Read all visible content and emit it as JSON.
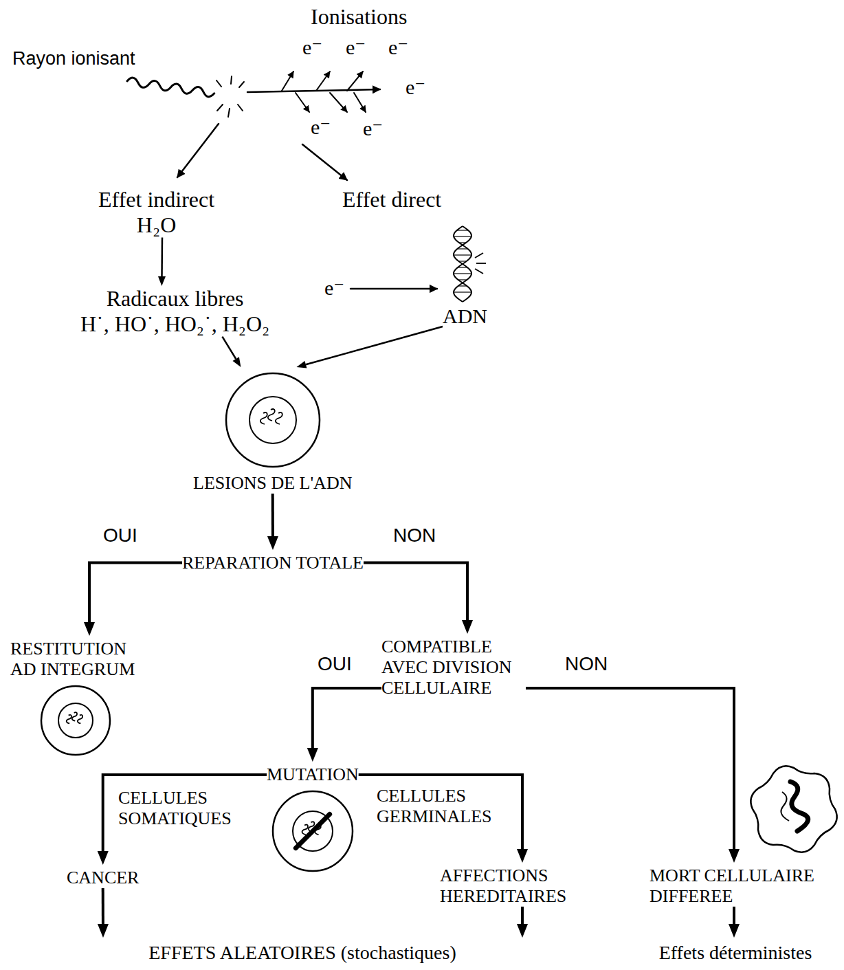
{
  "diagram": {
    "nodes": [
      {
        "text": [
          "Effet indirect",
          "H₂O"
        ]
      },
      {
        "text": [
          "Radicaux libres",
          "H˙, HO˙, HO₂˙, H₂O₂"
        ]
      },
      {
        "text": [
          "Effet direct"
        ]
      },
      {
        "text": [
          "ADN"
        ]
      },
      {
        "text": [
          "LESIONS DE L'ADN"
        ]
      },
      {
        "text": [
          "REPARATION TOTALE"
        ]
      },
      {
        "text": [
          "RESTITUTION AD INTEGRUM"
        ]
      },
      {
        "text": [
          "COMPATIBLE AVEC DIVISION CELLULAIRE"
        ]
      },
      {
        "text": [
          "MUTATION"
        ]
      },
      {
        "text": [
          "CANCER"
        ]
      },
      {
        "text": [
          "AFFECTIONS HEREDITAIRES"
        ]
      },
      {
        "text": [
          "MORT CELLULAIRE DIFFEREE"
        ]
      },
      {
        "text": [
          "EFFETS ALEATOIRES (stochastiques)"
        ]
      },
      {
        "text": [
          "Effets déterministes"
        ]
      }
    ],
    "edges": [
      {
        "from": 0,
        "to": 1,
        "arrow": "to"
      },
      {
        "from": 1,
        "to": 4,
        "arrow": "to"
      },
      {
        "from": 3,
        "to": 4,
        "arrow": "to"
      },
      {
        "from": 4,
        "to": 5,
        "arrow": "to"
      },
      {
        "from": 5,
        "to": 6,
        "label": "OUI",
        "arrow": "to"
      },
      {
        "from": 5,
        "to": 7,
        "label": "NON",
        "arrow": "to"
      },
      {
        "from": 7,
        "to": 8,
        "label": "OUI",
        "arrow": "to"
      },
      {
        "from": 7,
        "to": 11,
        "label": "NON",
        "arrow": "to"
      },
      {
        "from": 8,
        "to": 9,
        "label": "CELLULES SOMATIQUES",
        "arrow": "to"
      },
      {
        "from": 8,
        "to": 10,
        "label": "CELLULES GERMINALES",
        "arrow": "to"
      },
      {
        "from": 9,
        "to": 12,
        "arrow": "to"
      },
      {
        "from": 10,
        "to": 12,
        "arrow": "to"
      },
      {
        "from": 11,
        "to": 13,
        "arrow": "to"
      }
    ],
    "labels": [
      "Ionisations",
      "Rayon ionisant",
      "e⁻",
      "e⁻",
      "e⁻",
      "e⁻",
      "e⁻",
      "e⁻",
      "e⁻"
    ]
  }
}
